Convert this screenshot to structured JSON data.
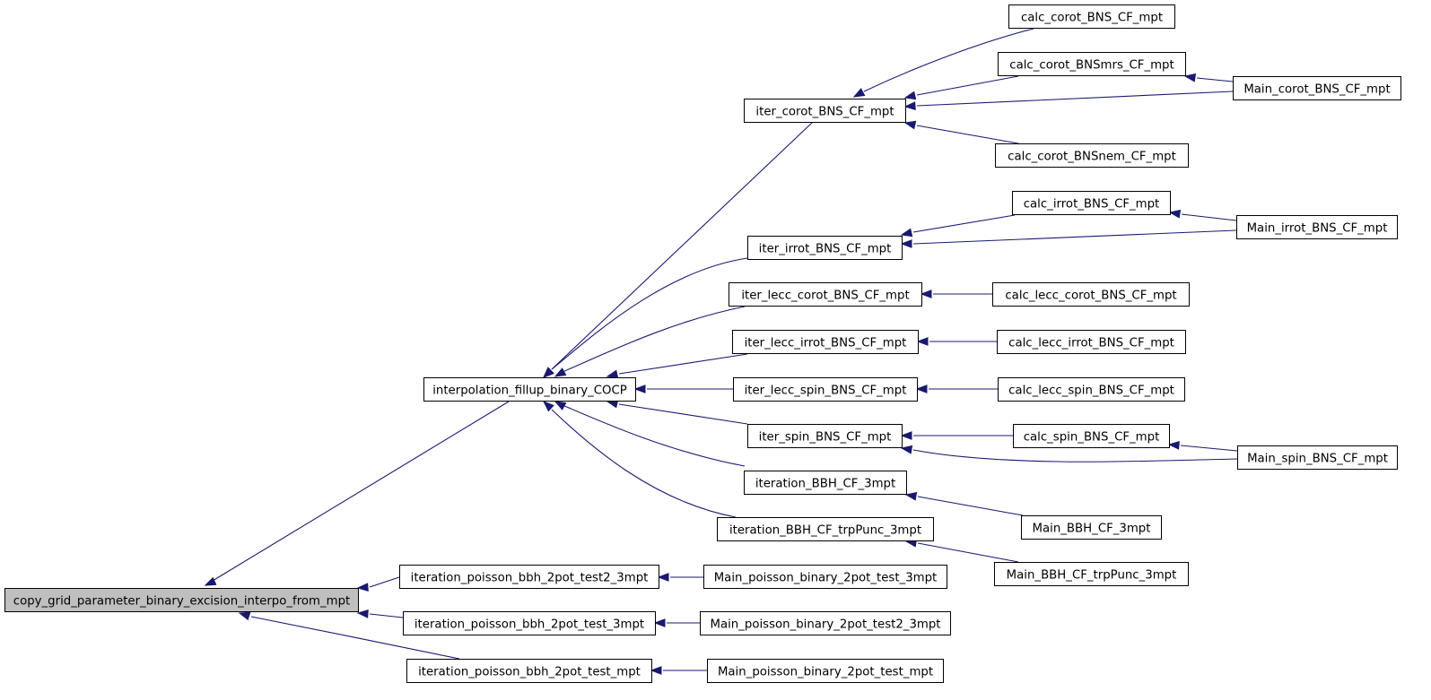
{
  "graph": {
    "colors": {
      "edge": "#191970",
      "root_fill": "#bfbfbf",
      "node_fill": "#ffffff",
      "node_stroke": "#000000"
    },
    "nodes": [
      {
        "id": "root",
        "label": "copy_grid_parameter_binary_excision_interpo_from_mpt",
        "highlighted": true
      },
      {
        "id": "interp",
        "label": "interpolation_fillup_binary_COCP"
      },
      {
        "id": "ipt2",
        "label": "iteration_poisson_bbh_2pot_test2_3mpt"
      },
      {
        "id": "ipt3",
        "label": "iteration_poisson_bbh_2pot_test_3mpt"
      },
      {
        "id": "iptm",
        "label": "iteration_poisson_bbh_2pot_test_mpt"
      },
      {
        "id": "icorot",
        "label": "iter_corot_BNS_CF_mpt"
      },
      {
        "id": "iirrot",
        "label": "iter_irrot_BNS_CF_mpt"
      },
      {
        "id": "ilcorot",
        "label": "iter_lecc_corot_BNS_CF_mpt"
      },
      {
        "id": "lirrot",
        "label": "iter_lecc_irrot_BNS_CF_mpt"
      },
      {
        "id": "lspin",
        "label": "iter_lecc_spin_BNS_CF_mpt"
      },
      {
        "id": "ispin",
        "label": "iter_spin_BNS_CF_mpt"
      },
      {
        "id": "ibbh",
        "label": "iteration_BBH_CF_3mpt"
      },
      {
        "id": "ibbhtp",
        "label": "iteration_BBH_CF_trpPunc_3mpt"
      },
      {
        "id": "mpt2",
        "label": "Main_poisson_binary_2pot_test_3mpt"
      },
      {
        "id": "mpt23",
        "label": "Main_poisson_binary_2pot_test2_3mpt"
      },
      {
        "id": "mptm",
        "label": "Main_poisson_binary_2pot_test_mpt"
      },
      {
        "id": "ccorot",
        "label": "calc_corot_BNS_CF_mpt"
      },
      {
        "id": "ccmrs",
        "label": "calc_corot_BNSmrs_CF_mpt"
      },
      {
        "id": "ccnem",
        "label": "calc_corot_BNSnem_CF_mpt"
      },
      {
        "id": "cirrot",
        "label": "calc_irrot_BNS_CF_mpt"
      },
      {
        "id": "clcorot",
        "label": "calc_lecc_corot_BNS_CF_mpt"
      },
      {
        "id": "clirrot",
        "label": "calc_lecc_irrot_BNS_CF_mpt"
      },
      {
        "id": "clspin",
        "label": "calc_lecc_spin_BNS_CF_mpt"
      },
      {
        "id": "cspin",
        "label": "calc_spin_BNS_CF_mpt"
      },
      {
        "id": "mbbh",
        "label": "Main_BBH_CF_3mpt"
      },
      {
        "id": "mbbhtp",
        "label": "Main_BBH_CF_trpPunc_3mpt"
      },
      {
        "id": "mcorot",
        "label": "Main_corot_BNS_CF_mpt"
      },
      {
        "id": "mirrot",
        "label": "Main_irrot_BNS_CF_mpt"
      },
      {
        "id": "mspin",
        "label": "Main_spin_BNS_CF_mpt"
      }
    ],
    "edges": [
      {
        "from": "interp",
        "to": "root"
      },
      {
        "from": "ipt2",
        "to": "root"
      },
      {
        "from": "ipt3",
        "to": "root"
      },
      {
        "from": "iptm",
        "to": "root"
      },
      {
        "from": "icorot",
        "to": "interp"
      },
      {
        "from": "iirrot",
        "to": "interp"
      },
      {
        "from": "ilcorot",
        "to": "interp"
      },
      {
        "from": "lirrot",
        "to": "interp"
      },
      {
        "from": "lspin",
        "to": "interp"
      },
      {
        "from": "ispin",
        "to": "interp"
      },
      {
        "from": "ibbh",
        "to": "interp"
      },
      {
        "from": "ibbhtp",
        "to": "interp"
      },
      {
        "from": "mpt2",
        "to": "ipt2"
      },
      {
        "from": "mpt23",
        "to": "ipt3"
      },
      {
        "from": "mptm",
        "to": "iptm"
      },
      {
        "from": "ccorot",
        "to": "icorot"
      },
      {
        "from": "ccmrs",
        "to": "icorot"
      },
      {
        "from": "mcorot",
        "to": "icorot"
      },
      {
        "from": "ccnem",
        "to": "icorot"
      },
      {
        "from": "cirrot",
        "to": "iirrot"
      },
      {
        "from": "mirrot",
        "to": "iirrot"
      },
      {
        "from": "clcorot",
        "to": "ilcorot"
      },
      {
        "from": "clirrot",
        "to": "lirrot"
      },
      {
        "from": "clspin",
        "to": "lspin"
      },
      {
        "from": "cspin",
        "to": "ispin"
      },
      {
        "from": "mspin",
        "to": "ispin"
      },
      {
        "from": "mbbh",
        "to": "ibbh"
      },
      {
        "from": "mbbhtp",
        "to": "ibbhtp"
      },
      {
        "from": "mcorot",
        "to": "ccmrs"
      },
      {
        "from": "mirrot",
        "to": "cirrot"
      },
      {
        "from": "mspin",
        "to": "cspin"
      }
    ]
  }
}
